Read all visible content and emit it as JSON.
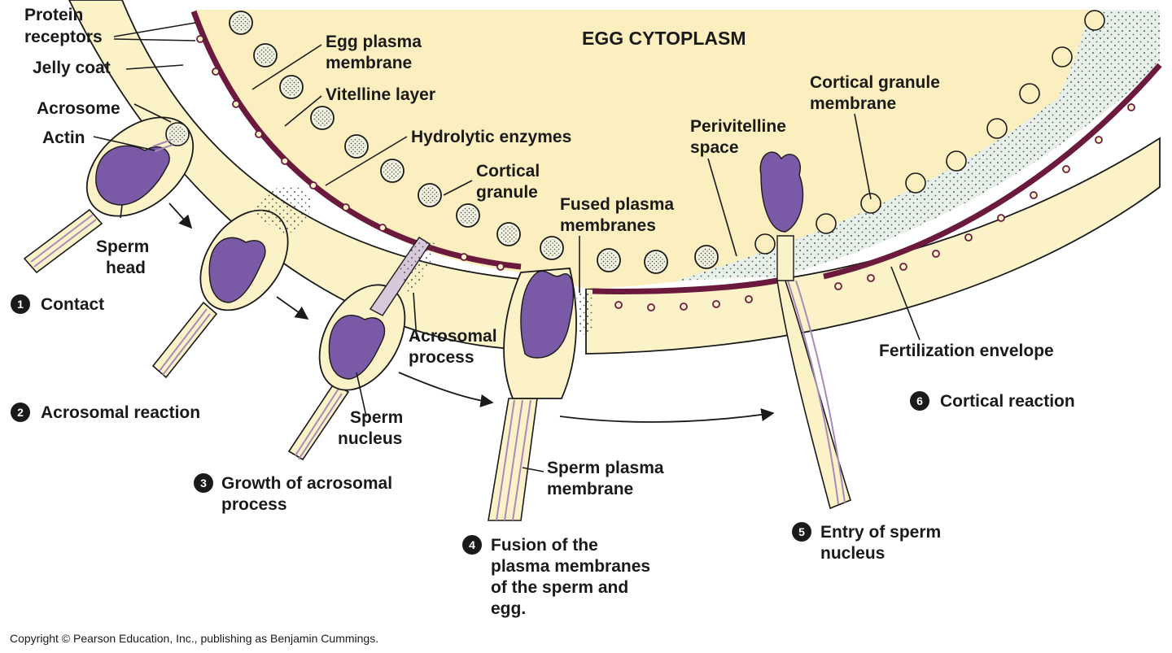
{
  "title": "EGG CYTOPLASM",
  "labels": {
    "protein_receptors_1": "Protein",
    "protein_receptors_2": "receptors",
    "jelly_coat": "Jelly coat",
    "acrosome": "Acrosome",
    "actin": "Actin",
    "sperm_head_1": "Sperm",
    "sperm_head_2": "head",
    "egg_plasma_1": "Egg plasma",
    "egg_plasma_2": "membrane",
    "vitelline_layer": "Vitelline layer",
    "hydrolytic_enzymes": "Hydrolytic enzymes",
    "cortical_granule_1": "Cortical",
    "cortical_granule_2": "granule",
    "acrosomal_process_1": "Acrosomal",
    "acrosomal_process_2": "process",
    "sperm_nucleus_1": "Sperm",
    "sperm_nucleus_2": "nucleus",
    "fused_1": "Fused plasma",
    "fused_2": "membranes",
    "perivitelline_1": "Perivitelline",
    "perivitelline_2": "space",
    "cg_membrane_1": "Cortical granule",
    "cg_membrane_2": "membrane",
    "fertilization_envelope": "Fertilization envelope",
    "sperm_plasma_1": "Sperm plasma",
    "sperm_plasma_2": "membrane"
  },
  "steps": [
    {
      "num": "1",
      "lines": [
        "Contact"
      ]
    },
    {
      "num": "2",
      "lines": [
        "Acrosomal reaction"
      ]
    },
    {
      "num": "3",
      "lines": [
        "Growth of acrosomal",
        "process"
      ]
    },
    {
      "num": "4",
      "lines": [
        "Fusion of the",
        "plasma membranes",
        "of the sperm and",
        "egg."
      ]
    },
    {
      "num": "5",
      "lines": [
        "Entry of sperm",
        "nucleus"
      ]
    },
    {
      "num": "6",
      "lines": [
        "Cortical reaction"
      ]
    }
  ],
  "copyright": "Copyright © Pearson Education, Inc., publishing as Benjamin Cummings.",
  "colors": {
    "cytoplasm": "#fcefbf",
    "jelly": "#fbf2c8",
    "membrane": "#6b1a3e",
    "nucleus": "#7a5aa6",
    "perivitelline": "#e8f0ea"
  }
}
